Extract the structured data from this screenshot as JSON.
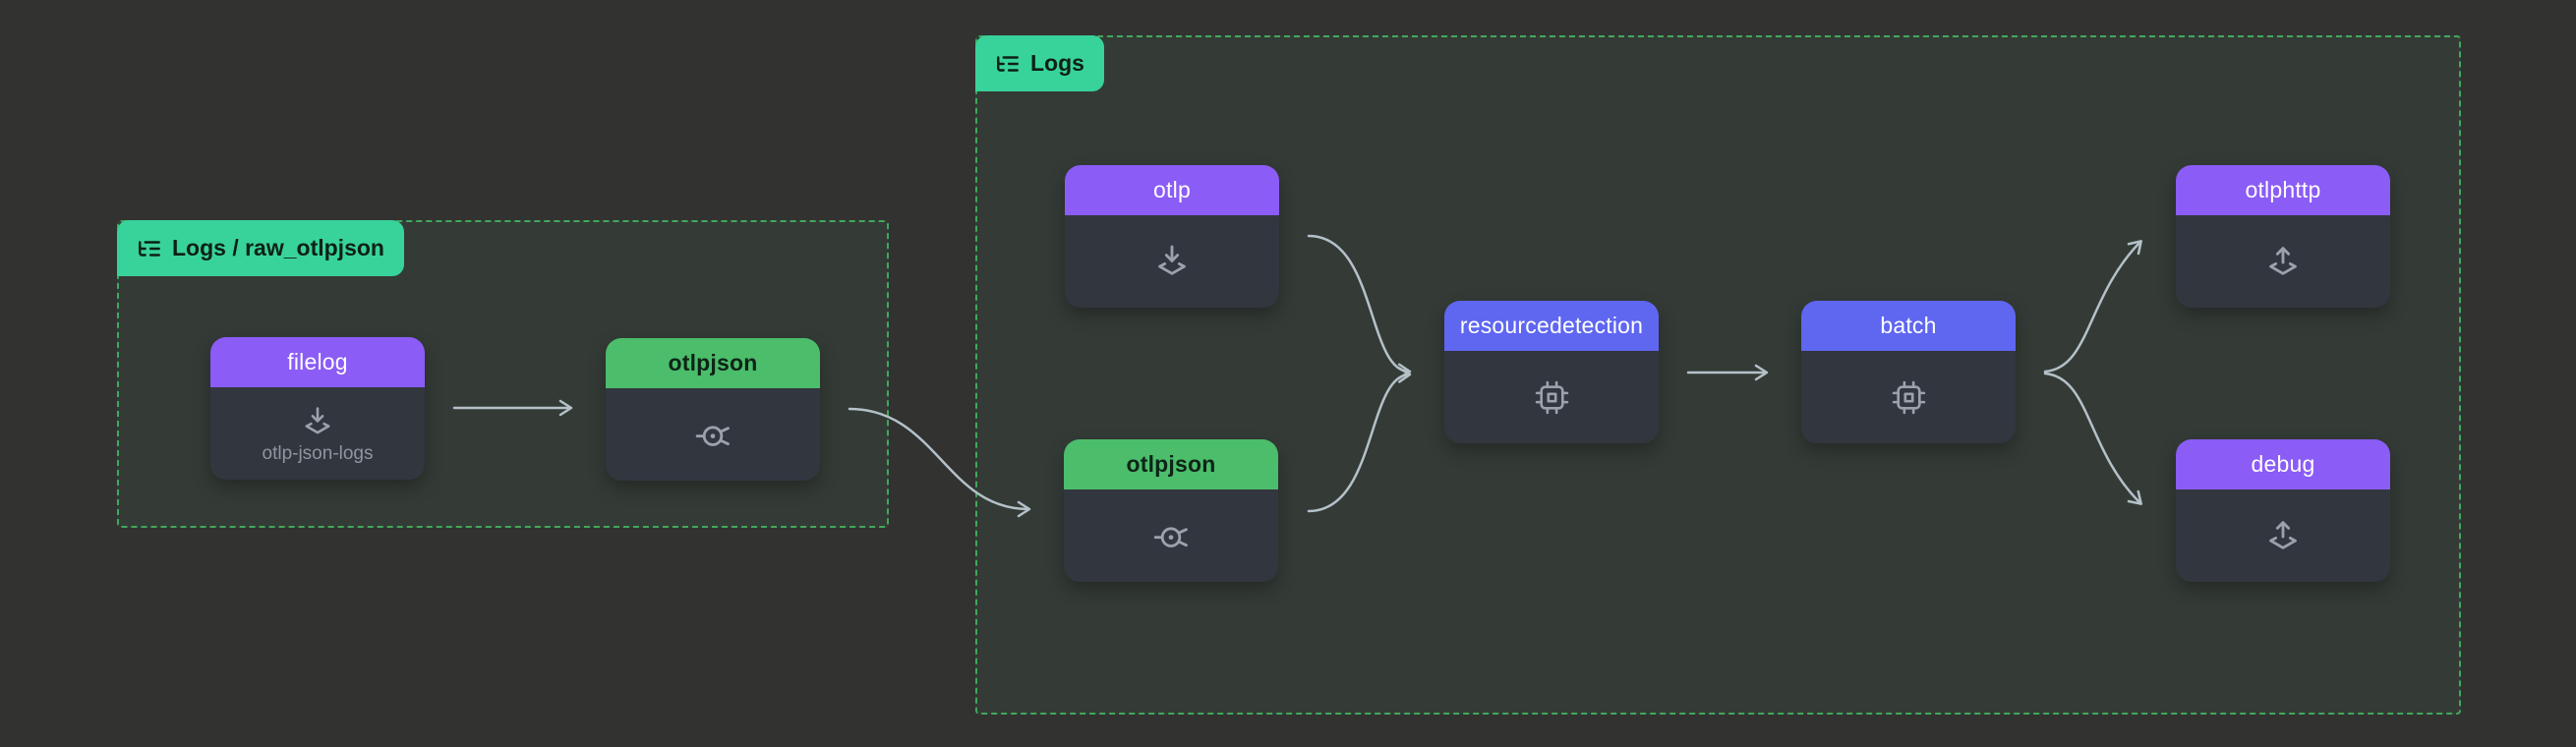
{
  "app": {
    "view": "opentelemetry-collector-pipeline-diagram"
  },
  "colors": {
    "canvas_bg": "#323231",
    "group_border": "#41a85c",
    "group_tag_bg": "#38d39a",
    "group_tag_text": "#0e2017",
    "node_body_bg": "#32363f",
    "receiver_exporter_header": "#8b5cf6",
    "connector_header": "#4bbd6b",
    "processor_header": "#5f66f0",
    "edge": "#b4c1c9",
    "icon": "#9aa2ac",
    "subtitle_text": "#8f969e"
  },
  "groups": [
    {
      "label": "Logs / raw_otlpjson",
      "icon": "list-tree-icon"
    },
    {
      "label": "Logs",
      "icon": "list-tree-icon"
    }
  ],
  "nodes": [
    {
      "title": "filelog",
      "subtitle": "otlp-json-logs",
      "type": "receiver",
      "icon": "receiver-icon",
      "group": "Logs / raw_otlpjson"
    },
    {
      "title": "otlpjson",
      "type": "connector",
      "icon": "connector-icon",
      "group": "Logs / raw_otlpjson"
    },
    {
      "title": "otlp",
      "type": "receiver",
      "icon": "receiver-icon",
      "group": "Logs"
    },
    {
      "title": "otlpjson",
      "type": "connector",
      "icon": "connector-icon",
      "group": "Logs"
    },
    {
      "title": "resourcedetection",
      "type": "processor",
      "icon": "processor-icon",
      "group": "Logs"
    },
    {
      "title": "batch",
      "type": "processor",
      "icon": "processor-icon",
      "group": "Logs"
    },
    {
      "title": "otlphttp",
      "type": "exporter",
      "icon": "exporter-icon",
      "group": "Logs"
    },
    {
      "title": "debug",
      "type": "exporter",
      "icon": "exporter-icon",
      "group": "Logs"
    }
  ],
  "edges": [
    {
      "from": "filelog",
      "to": "otlpjson (Logs / raw_otlpjson)"
    },
    {
      "from": "otlpjson (Logs / raw_otlpjson)",
      "to": "otlpjson (Logs)"
    },
    {
      "from": "otlp",
      "to": "resourcedetection"
    },
    {
      "from": "otlpjson (Logs)",
      "to": "resourcedetection"
    },
    {
      "from": "resourcedetection",
      "to": "batch"
    },
    {
      "from": "batch",
      "to": "otlphttp"
    },
    {
      "from": "batch",
      "to": "debug"
    }
  ]
}
